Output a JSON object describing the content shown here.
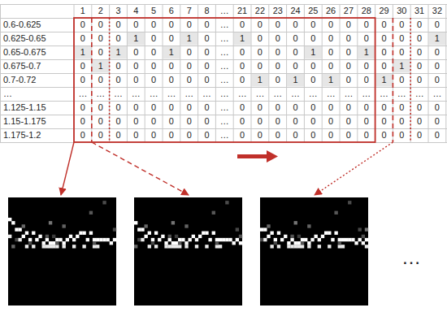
{
  "diagram": {
    "labels": [
      "1",
      "2",
      "3",
      "4",
      "5",
      "6",
      "7",
      "8",
      "…",
      "21",
      "22",
      "23",
      "24",
      "25",
      "26",
      "27",
      "28",
      "29",
      "30",
      "31",
      "32",
      "0.6-0.625",
      "0",
      "0",
      "0",
      "0",
      "0",
      "0",
      "0",
      "0",
      "…",
      "0",
      "0",
      "0",
      "0",
      "0",
      "0",
      "0",
      "0",
      "0",
      "0",
      "0",
      "0",
      "0.625-0.65",
      "0",
      "0",
      "0",
      "1",
      "0",
      "0",
      "1",
      "0",
      "…",
      "1",
      "0",
      "0",
      "0",
      "0",
      "0",
      "0",
      "0",
      "0",
      "0",
      "0",
      "1",
      "0.65-0.675",
      "1",
      "0",
      "1",
      "0",
      "0",
      "1",
      "0",
      "0",
      "…",
      "0",
      "0",
      "0",
      "0",
      "1",
      "0",
      "0",
      "1",
      "0",
      "0",
      "0",
      "0",
      "0.675-0.7",
      "0",
      "1",
      "0",
      "0",
      "0",
      "0",
      "0",
      "0",
      "…",
      "0",
      "0",
      "0",
      "0",
      "0",
      "0",
      "0",
      "0",
      "0",
      "1",
      "0",
      "0",
      "0.7-0.72",
      "0",
      "0",
      "0",
      "0",
      "0",
      "0",
      "0",
      "0",
      "…",
      "0",
      "1",
      "0",
      "1",
      "0",
      "1",
      "0",
      "0",
      "1",
      "0",
      "0",
      "0",
      "…",
      "…",
      "…",
      "…",
      "…",
      "…",
      "…",
      "…",
      "…",
      "…",
      "…",
      "…",
      "…",
      "…",
      "…",
      "…",
      "…",
      "…",
      "…",
      "…",
      "…",
      "…",
      "1.125-1.15",
      "0",
      "0",
      "0",
      "0",
      "0",
      "0",
      "0",
      "0",
      "…",
      "0",
      "0",
      "0",
      "0",
      "0",
      "0",
      "0",
      "0",
      "0",
      "0",
      "0",
      "0",
      "1.15-1.175",
      "0",
      "0",
      "0",
      "0",
      "0",
      "0",
      "0",
      "0",
      "…",
      "0",
      "0",
      "0",
      "0",
      "0",
      "0",
      "0",
      "0",
      "0",
      "0",
      "0",
      "0",
      "1.175-1.2",
      "0",
      "0",
      "0",
      "0",
      "0",
      "0",
      "0",
      "0",
      "…",
      "0",
      "0",
      "0",
      "0",
      "0",
      "0",
      "0",
      "0",
      "0",
      "0",
      "0",
      "0",
      "…"
    ]
  }
}
